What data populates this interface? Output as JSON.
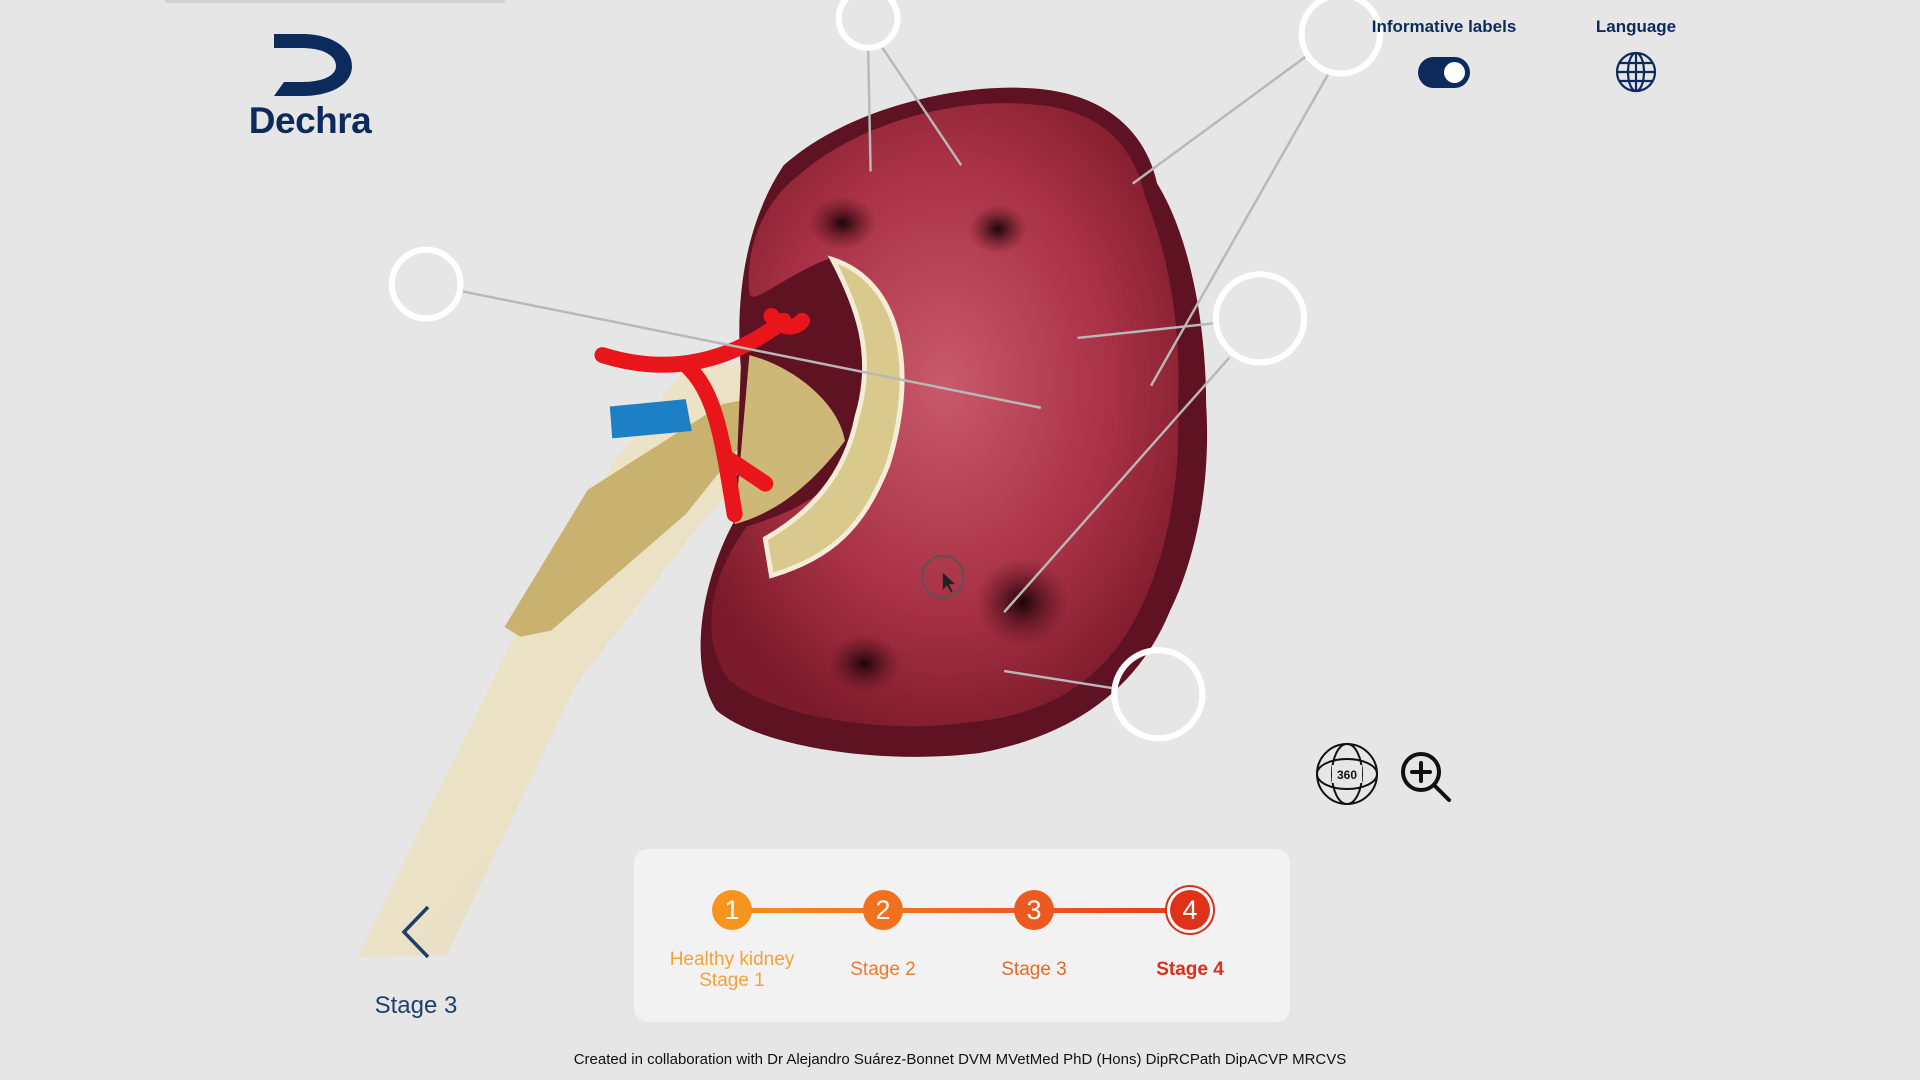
{
  "brand": {
    "name": "Dechra",
    "color": "#0d2a5c"
  },
  "controls": {
    "informative_labels": {
      "label": "Informative labels",
      "enabled": true
    },
    "language": {
      "label": "Language",
      "icon": "globe-icon"
    }
  },
  "view_tools": [
    {
      "name": "rotate-360",
      "icon": "globe-360-icon",
      "text": "360"
    },
    {
      "name": "zoom-in",
      "icon": "magnifier-plus-icon"
    }
  ],
  "stages": {
    "current_index": 3,
    "items": [
      {
        "number": "1",
        "label_line1": "Healthy kidney",
        "label_line2": "Stage 1",
        "color": "#f7941d"
      },
      {
        "number": "2",
        "label_line1": "Stage 2",
        "color": "#f2711f"
      },
      {
        "number": "3",
        "label_line1": "Stage 3",
        "color": "#ec5a21"
      },
      {
        "number": "4",
        "label_line1": "Stage 4",
        "color": "#e0321b"
      }
    ]
  },
  "navigation": {
    "previous_label": "Stage 3"
  },
  "footer": {
    "credit": "Created in collaboration with Dr Alejandro Suárez-Bonnet DVM MVetMed PhD (Hons) DipRCPath DipACVP MRCVS"
  }
}
